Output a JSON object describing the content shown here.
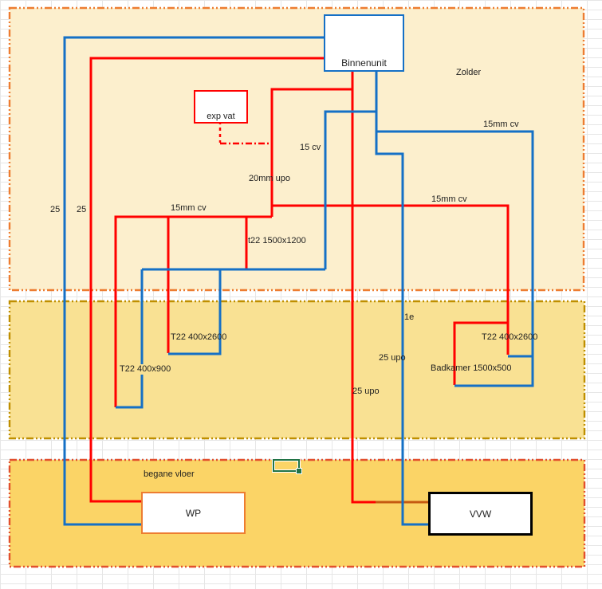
{
  "colors": {
    "pipe_red": "#FF0000",
    "pipe_blue": "#1570C6",
    "pipe_brown": "#C55A11",
    "section_top_fill": "#FCEFCD",
    "section_top_border": "#ED7D31",
    "section_mid_fill": "#F9E193",
    "section_mid_border": "#BF8F00",
    "section_bottom_fill": "#FBD466",
    "section_bottom_border": "#E2502E",
    "selection_green": "#217346"
  },
  "sections": {
    "zolder": "Zolder",
    "first_floor": "1e",
    "ground_floor": "begane vloer"
  },
  "boxes": {
    "binnenunit": "Binnenunit",
    "exp_vat": "exp vat",
    "wp": "WP",
    "vvw": "VVW"
  },
  "labels": {
    "zolder": "Zolder",
    "d25_blue": "25",
    "d25_red": "25",
    "cv15": "15 cv",
    "upo20": "20mm upo",
    "cv15mm_left": "15mm cv",
    "cv15mm_top_right": "15mm cv",
    "cv15mm_mid_right": "15mm cv",
    "t22_1500x1200": "t22 1500x1200",
    "t22_400x2600_left": "T22 400x2600",
    "t22_400x900": "T22 400x900",
    "first_floor": "1e",
    "upo25_blue": "25 upo",
    "upo25_red": "25 upo",
    "badkamer_1500x500": "Badkamer 1500x500",
    "t22_400x2600_right": "T22 400x2600",
    "begane_vloer": "begane vloer"
  }
}
